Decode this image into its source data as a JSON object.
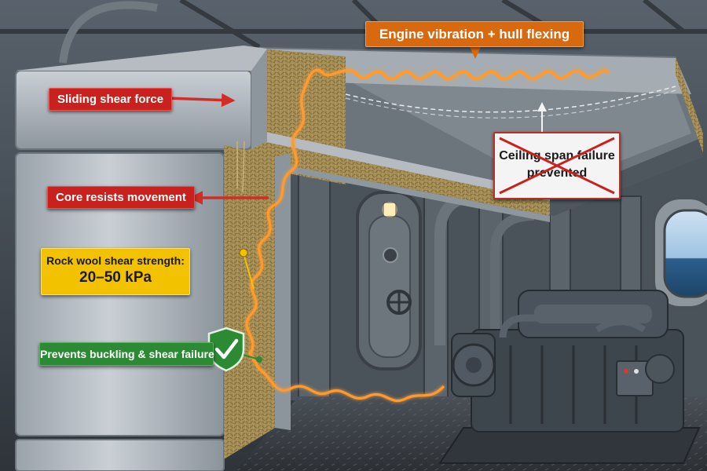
{
  "labels": {
    "top": "Engine vibration + hull flexing",
    "shear_force": "Sliding shear force",
    "core_resists": "Core resists movement",
    "strength_title": "Rock wool shear strength:",
    "strength_value": "20–50 kPa",
    "prevents": "Prevents buckling & shear failure",
    "ceiling": "Ceiling span failure prevented"
  },
  "colors": {
    "red_label": "#c9211e",
    "orange_label": "#d9690f",
    "yellow_label": "#f2c100",
    "green_label": "#2d8a34",
    "vibration_wave": "#ff9b2e",
    "rock_wool": "#a8925a"
  },
  "icons": [
    "shield-check-icon",
    "red-x-cross-icon",
    "porthole-window",
    "marine-engine",
    "watertight-door"
  ]
}
